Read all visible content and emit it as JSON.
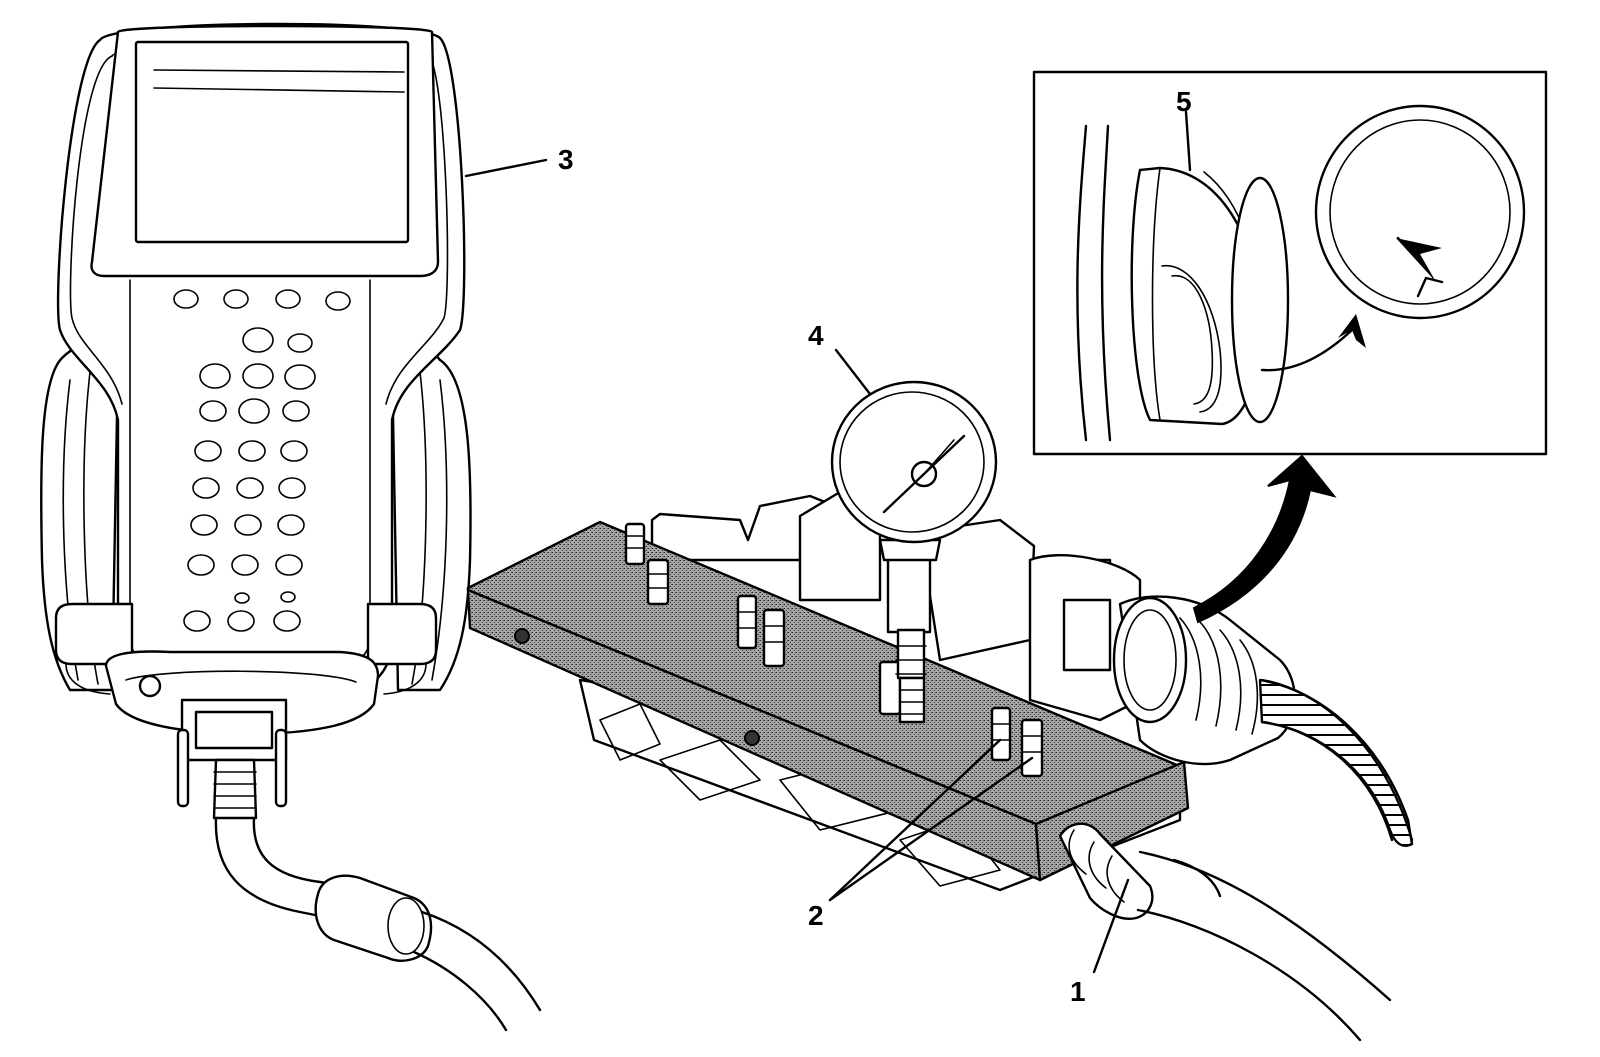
{
  "callouts": [
    {
      "id": "1",
      "text": "1"
    },
    {
      "id": "2",
      "text": "2"
    },
    {
      "id": "3",
      "text": "3"
    },
    {
      "id": "4",
      "text": "4"
    },
    {
      "id": "5",
      "text": "5"
    }
  ],
  "colors": {
    "line": "#000000",
    "background": "#ffffff",
    "shaded_plate": "#8a8a8a"
  },
  "components": [
    "scan-tool",
    "test-plate",
    "pressure-gauge",
    "air-fittings",
    "air-hose",
    "harness-connector",
    "connector-detail-inset"
  ]
}
